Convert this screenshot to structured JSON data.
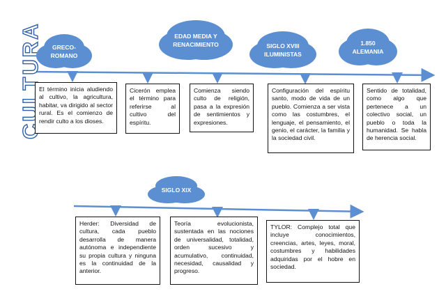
{
  "title": "CULTURA",
  "clouds": {
    "greco": [
      "GRECO-",
      "ROMANO"
    ],
    "edad_media": [
      "EDAD MEDIA Y",
      "RENACIMIENTO"
    ],
    "siglo_xviii": [
      "SIGLO XVIII",
      "ILUMINISTAS"
    ],
    "alemania": [
      "1.850",
      "ALEMANIA"
    ],
    "siglo_xix": [
      "SIGLO XIX"
    ]
  },
  "boxes": {
    "greco": "El término inicia aludiendo al cultivo, la agricultura, habitar, va dirigido al sector rural. Es el comienzo de rendir culto a los dioses.",
    "ciceron": "Cicerón emplea el término para referirse al cultivo del espíritu.",
    "culto": "Comienza siendo culto de religión, pasa a la expresión de sentimientos y expresiones.",
    "iluministas": "Configuración del espíritu santo, modo de vida de un pueblo. Comienza a ser vista como las costumbres, el lenguaje, el pensamiento, el genio, el carácter, la familia y la sociedad civil.",
    "alemania": "Sentido de totalidad, como algo que pertenece a un colectivo social, un pueblo o toda la humanidad. Se habla de herencia social.",
    "herder": "Herder: Diversidad de cultura, cada pueblo desarrolla de manera autónoma e independiente su propia cultura y ninguna es la continuidad de la anterior.",
    "teoria": "Teoría evolucionista, sustentada en las nociones de universalidad, totalidad, orden sucesivo y acumulativo, continuidad, necesidad, causalidad y progreso.",
    "tylor": "TYLOR: Complejo total que incluye conocimientos, creencias, artes, leyes, moral, costumbres y habilidades adquiridas por el hobre en sociedad."
  },
  "colors": {
    "line": "#5b8fd1",
    "cloud": "#5b8fd1",
    "title_outline": "#2e5da8"
  }
}
